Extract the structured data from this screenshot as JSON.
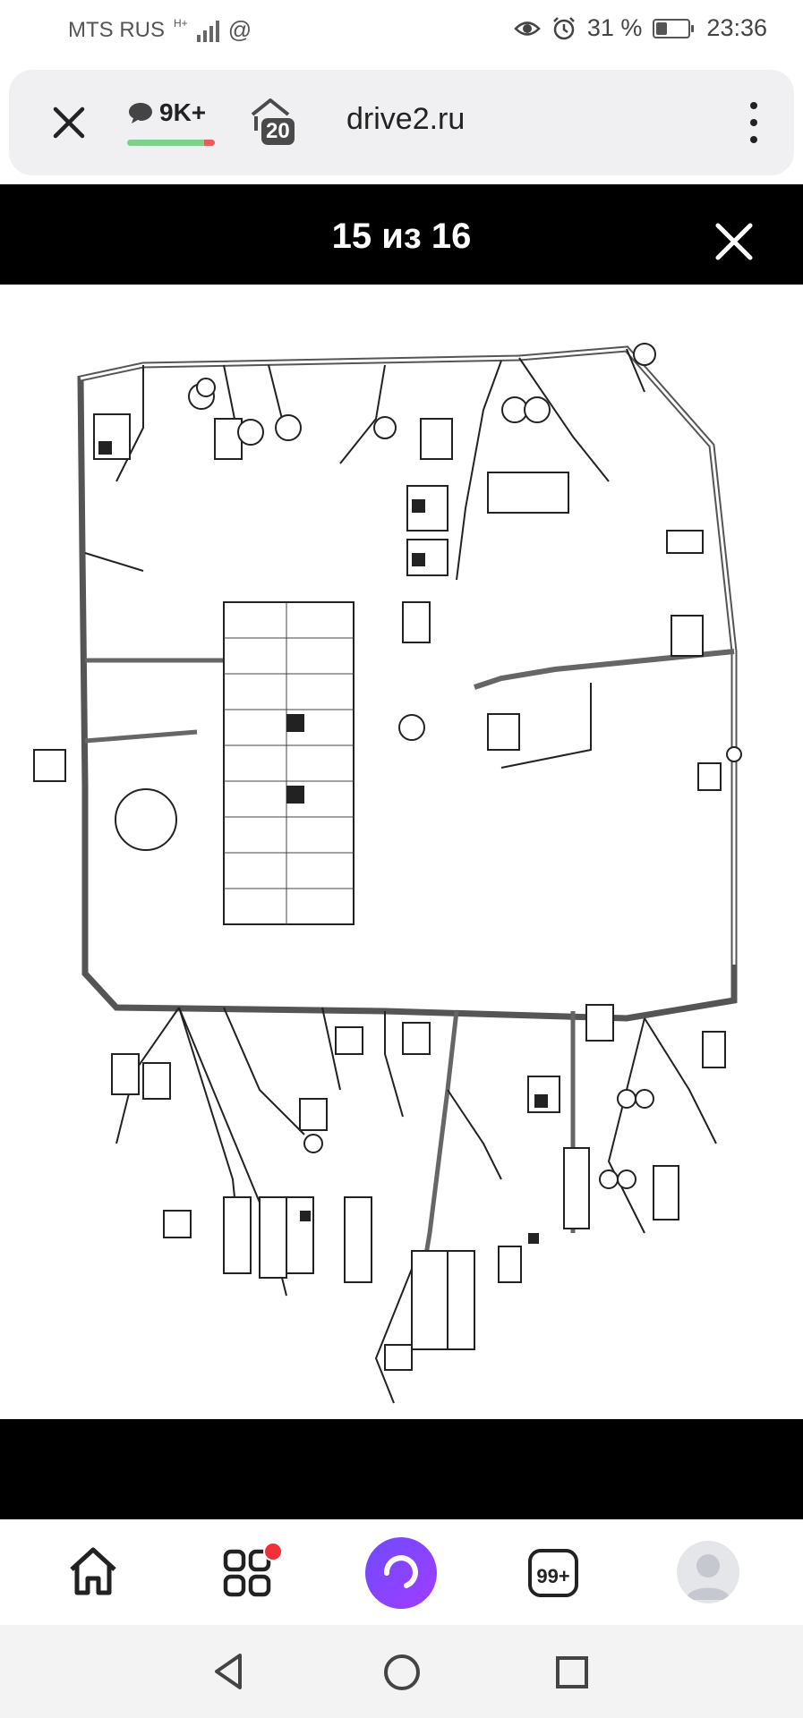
{
  "status_bar": {
    "carrier": "MTS RUS",
    "network": "H+",
    "battery_percent": "31 %",
    "time": "23:36"
  },
  "browser": {
    "comments_count": "9K+",
    "tabs_count": "20",
    "domain": "drive2.ru"
  },
  "viewer": {
    "counter": "15 из 16"
  },
  "bottom_nav": {
    "notifications_badge": "99+"
  },
  "icons": {
    "close": "close-icon",
    "comments": "speech-bubble-icon",
    "tabs": "tabs-icon",
    "menu": "more-vertical-icon",
    "home": "home-icon",
    "services": "grid-icon",
    "alice": "alice-voice-assistant-icon",
    "avatar": "user-avatar-icon",
    "back": "triangle-back-icon",
    "home_sys": "circle-home-icon",
    "recents": "square-recents-icon"
  }
}
